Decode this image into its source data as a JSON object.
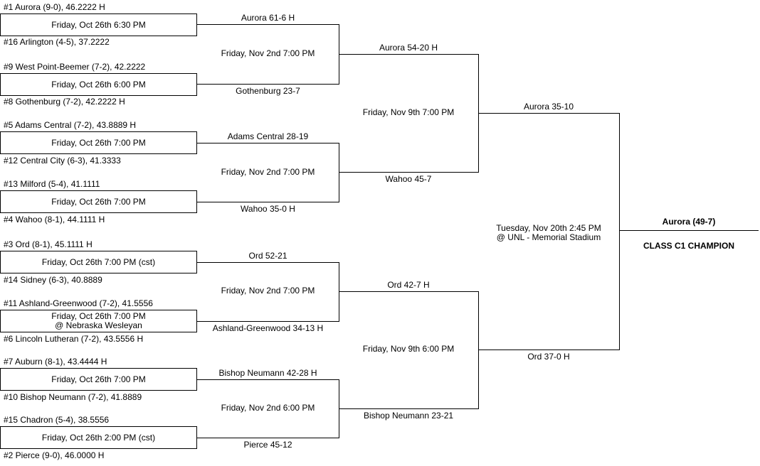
{
  "page": {
    "background": "#ffffff",
    "line_color": "#000000",
    "text_color": "#000000"
  },
  "bracket": {
    "round1": [
      {
        "top_team": "#1 Aurora (9-0), 46.2222 H",
        "time": "Friday, Oct 26th 6:30 PM",
        "bottom_team": "#16 Arlington (4-5), 37.2222"
      },
      {
        "top_team": "#9 West Point-Beemer (7-2), 42.2222",
        "time": "Friday, Oct 26th 6:00 PM",
        "bottom_team": "#8 Gothenburg (7-2), 42.2222 H"
      },
      {
        "top_team": "#5 Adams Central (7-2), 43.8889 H",
        "time": "Friday, Oct 26th 7:00 PM",
        "bottom_team": "#12 Central City (6-3), 41.3333"
      },
      {
        "top_team": "#13 Milford (5-4), 41.1111",
        "time": "Friday, Oct 26th 7:00 PM",
        "bottom_team": "#4 Wahoo (8-1), 44.1111 H"
      },
      {
        "top_team": "#3 Ord (8-1), 45.1111 H",
        "time": "Friday, Oct 26th 7:00 PM (cst)",
        "bottom_team": "#14 Sidney (6-3), 40.8889"
      },
      {
        "top_team": "#11 Ashland-Greenwood (7-2), 41.5556",
        "time": "Friday, Oct 26th 7:00 PM",
        "venue": "@ Nebraska Wesleyan",
        "bottom_team": "#6 Lincoln Lutheran (7-2), 43.5556 H"
      },
      {
        "top_team": "#7 Auburn (8-1), 43.4444 H",
        "time": "Friday, Oct 26th 7:00 PM",
        "bottom_team": "#10 Bishop Neumann (7-2), 41.8889"
      },
      {
        "top_team": "#15 Chadron (5-4), 38.5556",
        "time": "Friday, Oct 26th 2:00 PM (cst)",
        "bottom_team": "#2 Pierce (9-0), 46.0000 H"
      }
    ],
    "round2": [
      {
        "top_result": "Aurora 61-6 H",
        "time": "Friday, Nov 2nd 7:00 PM",
        "bottom_result": "Gothenburg 23-7"
      },
      {
        "top_result": "Adams Central 28-19",
        "time": "Friday, Nov 2nd 7:00 PM",
        "bottom_result": "Wahoo 35-0 H"
      },
      {
        "top_result": "Ord 52-21",
        "time": "Friday, Nov 2nd 7:00 PM",
        "bottom_result": "Ashland-Greenwood 34-13 H"
      },
      {
        "top_result": "Bishop Neumann 42-28 H",
        "time": "Friday, Nov 2nd 6:00 PM",
        "bottom_result": "Pierce 45-12"
      }
    ],
    "semifinals": [
      {
        "top_result": "Aurora 54-20 H",
        "time": "Friday, Nov 9th 7:00 PM",
        "bottom_result": "Wahoo 45-7"
      },
      {
        "top_result": "Ord 42-7 H",
        "time": "Friday, Nov 9th 6:00 PM",
        "bottom_result": "Bishop Neumann 23-21"
      }
    ],
    "final": {
      "top_result": "Aurora 35-10",
      "bottom_result": "Ord 37-0 H",
      "time": "Tuesday, Nov 20th 2:45 PM",
      "venue": "@ UNL - Memorial Stadium"
    },
    "champion": {
      "team": "Aurora (49-7)",
      "title": "CLASS C1 CHAMPION"
    }
  }
}
